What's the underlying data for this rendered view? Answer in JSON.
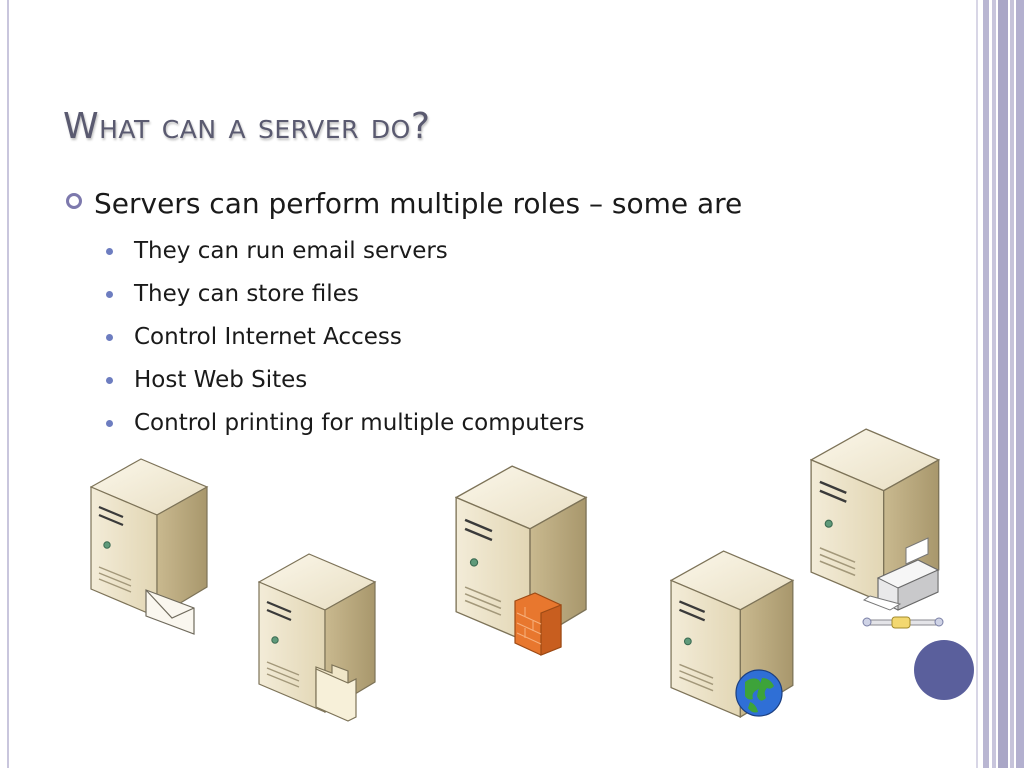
{
  "slide": {
    "title": "What can a server do?",
    "bullet": "Servers can perform multiple roles – some are",
    "sub_bullets": [
      "They can run email servers",
      "They can store files",
      "Control Internet Access",
      "Host Web Sites",
      "Control printing for multiple computers"
    ]
  },
  "illustrations": [
    {
      "name": "email-server-icon",
      "overlay": "envelope"
    },
    {
      "name": "file-server-icon",
      "overlay": "folder"
    },
    {
      "name": "firewall-server-icon",
      "overlay": "brick-wall"
    },
    {
      "name": "web-server-icon",
      "overlay": "globe"
    },
    {
      "name": "print-server-icon",
      "overlay": "printer"
    }
  ],
  "colors": {
    "title": "#5a5a70",
    "accent": "#7d79ad",
    "sub_bullet_dot": "#6d7dc0",
    "decor_circle": "#5a5f9c",
    "server_body": "#e6dcc0"
  }
}
